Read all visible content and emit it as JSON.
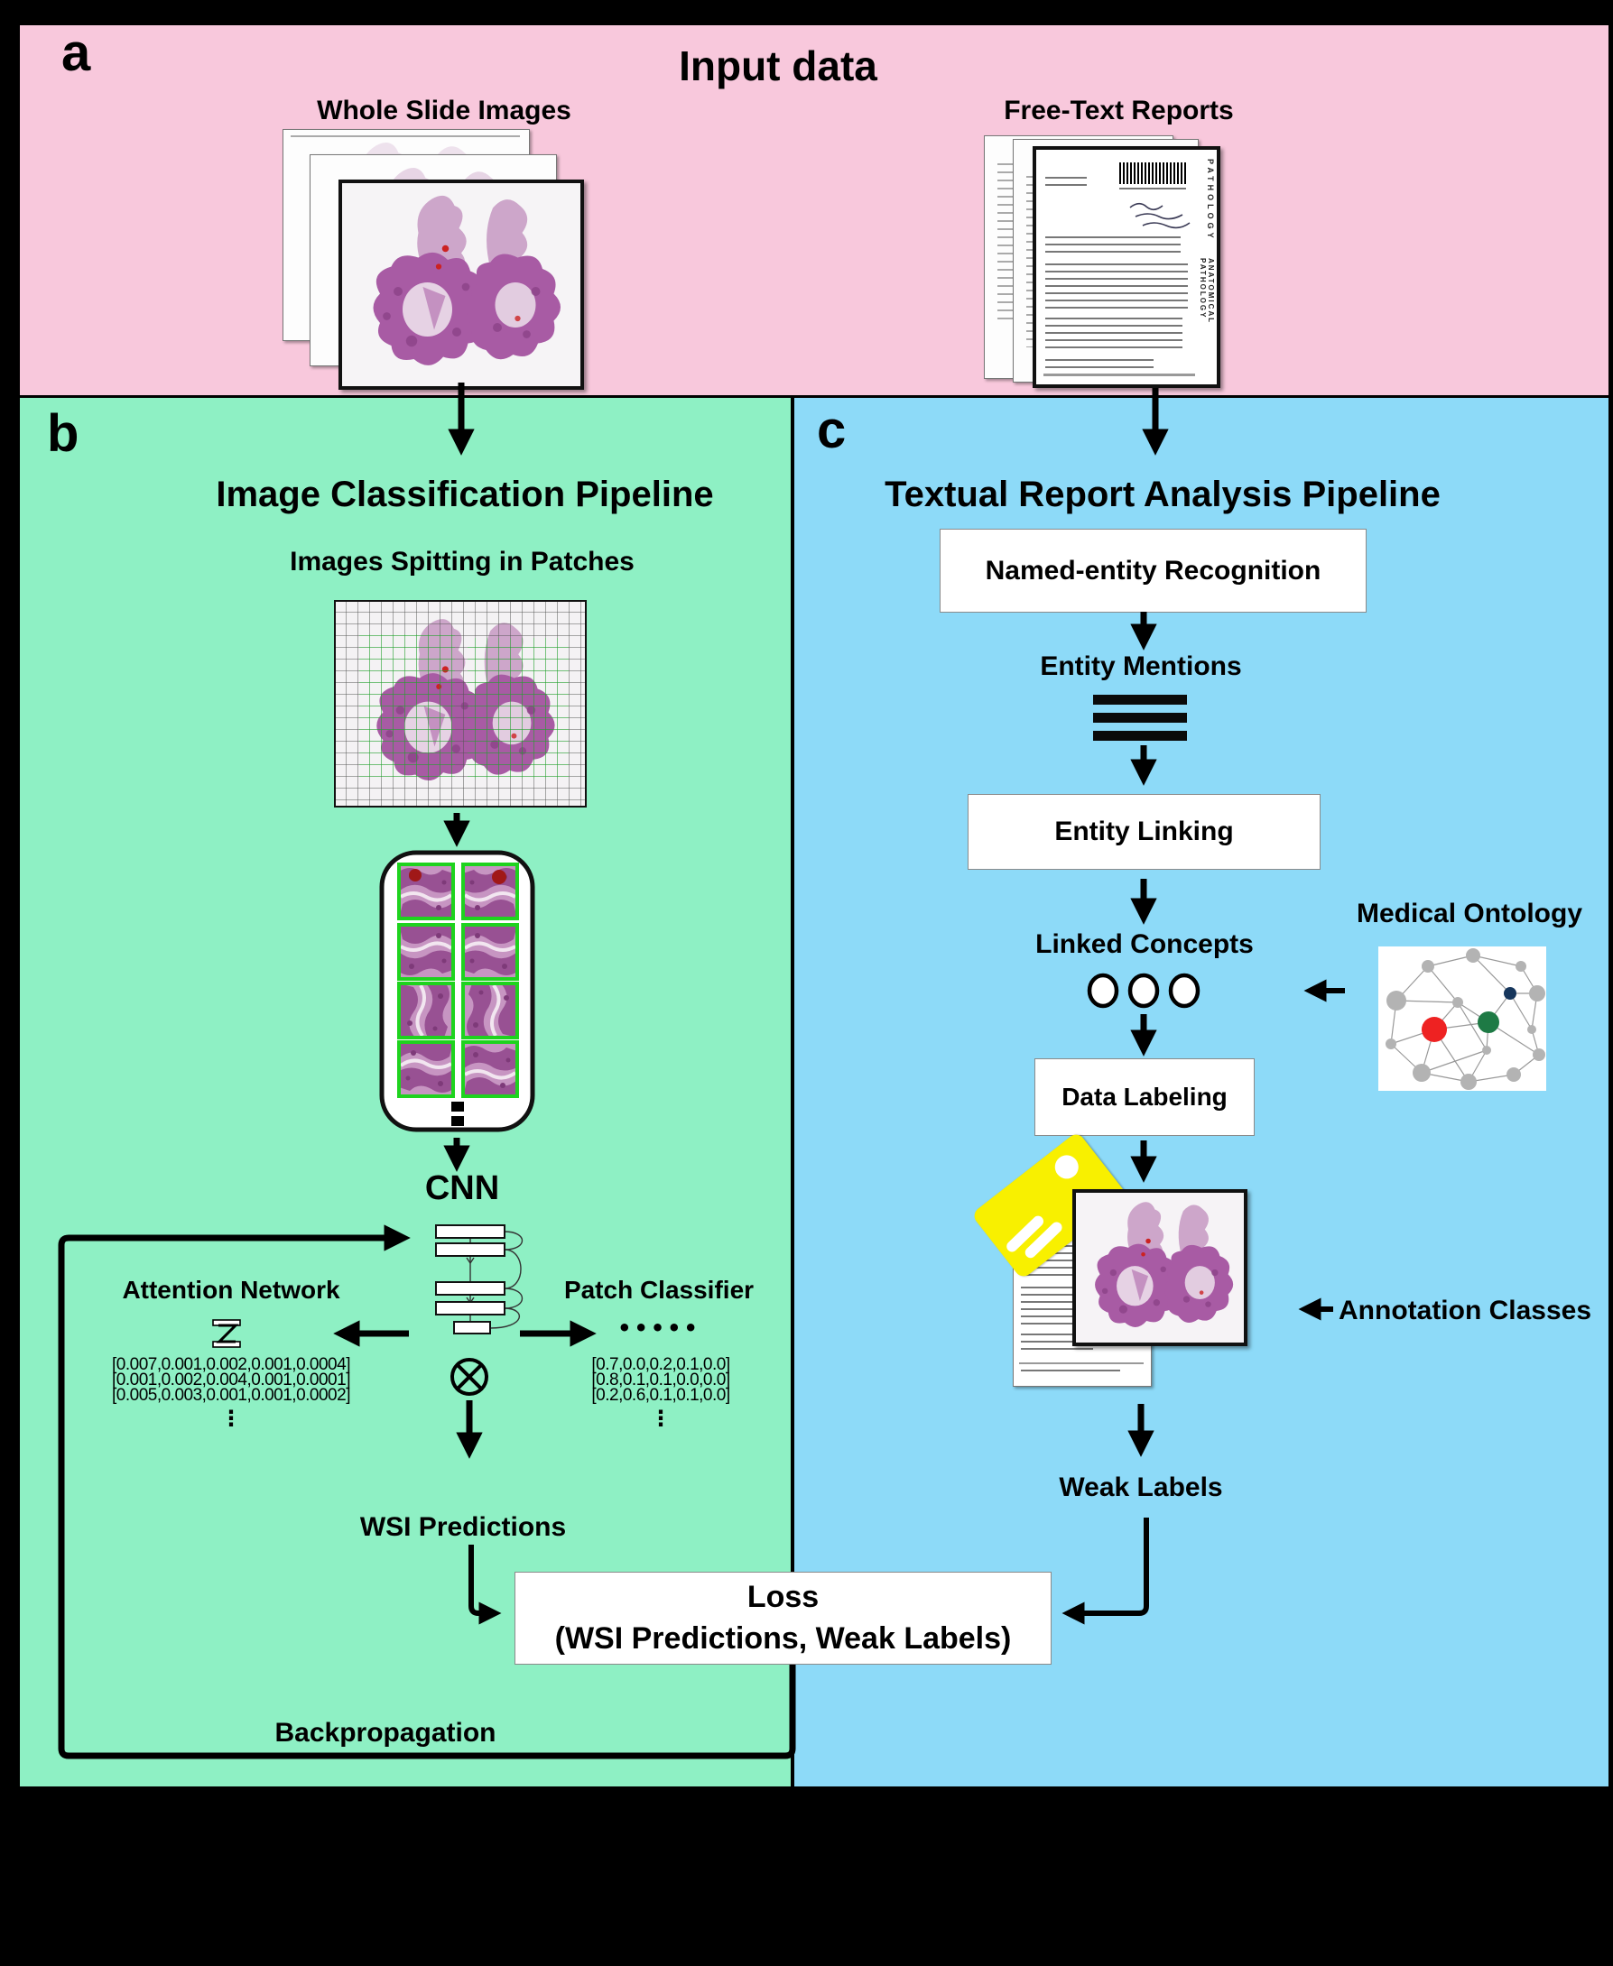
{
  "colors": {
    "panel_a_bg": "#F8C8DC",
    "panel_b_bg": "#8EF0C4",
    "panel_c_bg": "#8DDAF8",
    "tag_yellow": "#F8F000",
    "patch_border_green": "#1ED31E",
    "ontology_node_red": "#EE2222",
    "ontology_node_green": "#1E7A45",
    "ontology_node_navy": "#16365C",
    "arrow_black": "#000000"
  },
  "panel_a": {
    "label": "a",
    "title": "Input data",
    "wsi_stack_label": "Whole Slide Images",
    "reports_stack_label": "Free-Text Reports",
    "report_vertical_text_top": "PATHOLOGY",
    "report_vertical_text_bottom": "ANATOMICAL PATHOLOGY"
  },
  "panel_b": {
    "label": "b",
    "title": "Image Classification Pipeline",
    "patches_label": "Images Spitting in Patches",
    "cnn_label": "CNN",
    "attention": {
      "title": "Attention Network",
      "rows": [
        "[0.007,0.001,0.002,0.001,0.0004]",
        "[0.001,0.002,0.004,0.001,0.0001]",
        "[0.005,0.003,0.001,0.001,0.0002]"
      ],
      "ellipsis": "⋮"
    },
    "classifier": {
      "title": "Patch Classifier",
      "dots": "•••••",
      "rows": [
        "[0.7,0.0,0.2,0.1,0.0]",
        "[0.8,0.1,0.1,0.0,0.0]",
        "[0.2,0.6,0.1,0.1,0.0]"
      ],
      "ellipsis": "⋮"
    },
    "wsi_predictions_label": "WSI Predictions",
    "backpropagation_label": "Backpropagation"
  },
  "panel_c": {
    "label": "c",
    "title": "Textual Report Analysis Pipeline",
    "ner_box": "Named-entity Recognition",
    "entity_mentions_label": "Entity Mentions",
    "entity_linking_box": "Entity Linking",
    "linked_concepts_label": "Linked Concepts",
    "medical_ontology_label": "Medical Ontology",
    "data_labeling_box": "Data Labeling",
    "annotation_classes_label": "Annotation Classes",
    "weak_labels_label": "Weak Labels"
  },
  "loss_box": {
    "line1": "Loss",
    "line2": "(WSI Predictions, Weak Labels)"
  }
}
